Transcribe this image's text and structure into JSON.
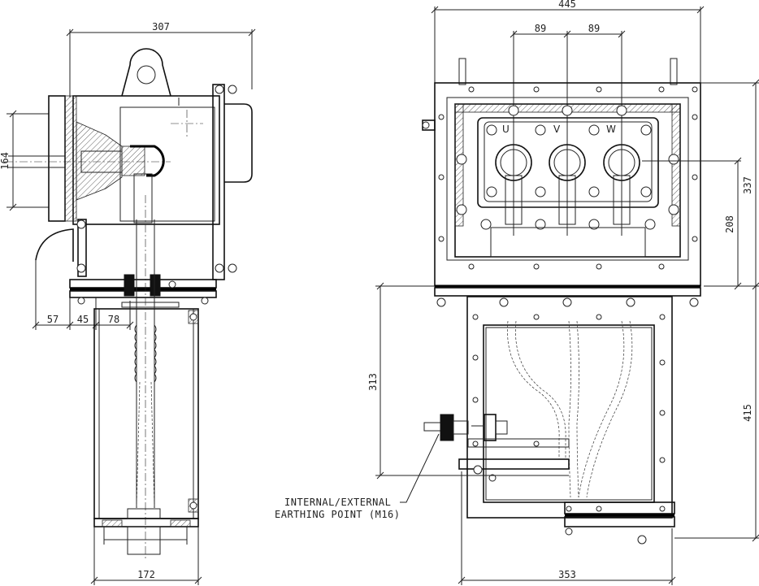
{
  "diagram": {
    "dimensions": {
      "side_width": "307",
      "flange_height": "164",
      "offset_57": "57",
      "offset_45": "45",
      "offset_78": "78",
      "base_width": "172",
      "front_width": "445",
      "phase_spacing_left": "89",
      "phase_spacing_right": "89",
      "box_height": "337",
      "terminal_height": "208",
      "chamber_height": "313",
      "total_height": "415",
      "lower_width": "353"
    },
    "phases": [
      "U",
      "V",
      "W"
    ],
    "note": {
      "line1": "INTERNAL/EXTERNAL",
      "line2": "EARTHING POINT (M16)"
    }
  }
}
